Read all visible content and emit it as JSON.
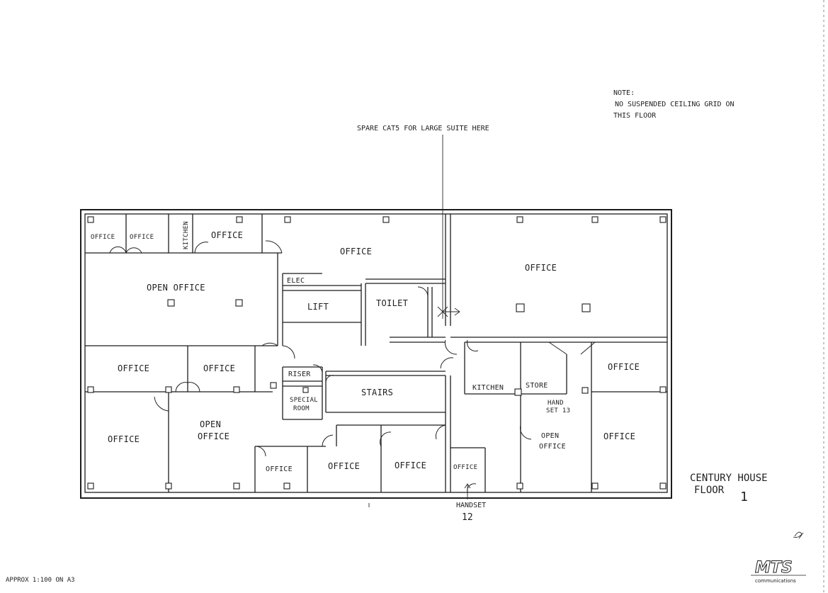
{
  "note": {
    "title": "NOTE:",
    "line1": "NO SUSPENDED CEILING GRID ON",
    "line2": "THIS FLOOR"
  },
  "spare_callout": "SPARE CAT5 FOR LARGE SUITE HERE",
  "building": {
    "name": "CENTURY HOUSE",
    "floor_label": "FLOOR",
    "floor_number": "1"
  },
  "scale_note": "APPROX 1:100 ON A3",
  "handset_callout": {
    "label": "HANDSET",
    "number": "12"
  },
  "rooms": {
    "office_small_1": "OFFICE",
    "office_small_2": "OFFICE",
    "kitchen_top": "KITCHEN",
    "office_top_3": "OFFICE",
    "office_top_centre": "OFFICE",
    "office_top_right": "OFFICE",
    "open_office_left": "OPEN OFFICE",
    "elec": "ELEC",
    "lift": "LIFT",
    "toilet": "TOILET",
    "office_mid_left_1": "OFFICE",
    "office_mid_left_2": "OFFICE",
    "riser": "RISER",
    "special_room_1": "SPECIAL",
    "special_room_2": "ROOM",
    "stairs": "STAIRS",
    "kitchen_right": "KITCHEN",
    "store": "STORE",
    "office_mid_right": "OFFICE",
    "hand_set_1": "HAND",
    "hand_set_2": "SET 13",
    "office_bottom_left": "OFFICE",
    "open_office_bottom_1": "OPEN",
    "open_office_bottom_2": "OFFICE",
    "office_bottom_a": "OFFICE",
    "office_bottom_b": "OFFICE",
    "office_bottom_c": "OFFICE",
    "office_bottom_small": "OFFICE",
    "open_office_right_1": "OPEN",
    "open_office_right_2": "OFFICE",
    "office_bottom_right": "OFFICE"
  },
  "logo_text": "MTS",
  "logo_sub": "communications"
}
